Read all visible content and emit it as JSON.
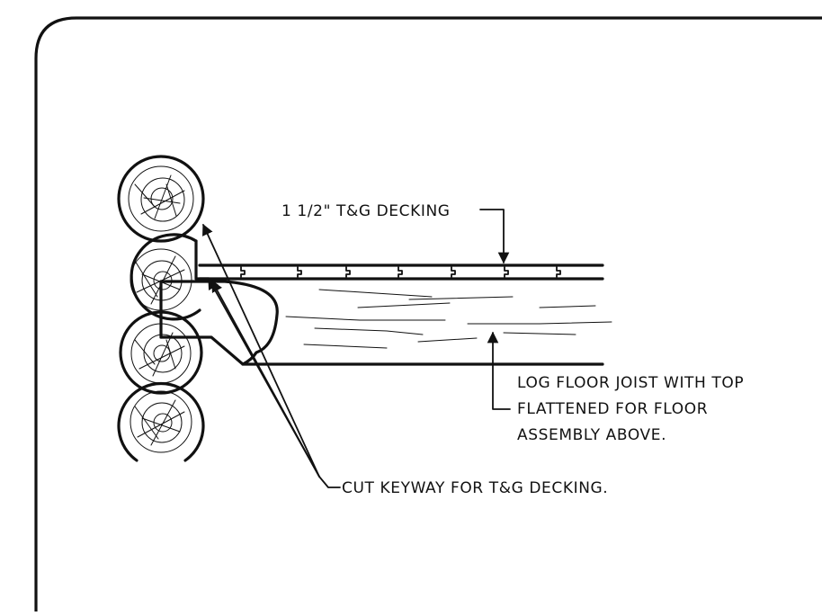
{
  "labels": {
    "decking": "1 1/2\" T&G DECKING",
    "joist_line1": "LOG FLOOR JOIST WITH TOP",
    "joist_line2": "FLATTENED FOR FLOOR",
    "joist_line3": "ASSEMBLY ABOVE.",
    "keyway": "CUT KEYWAY FOR T&G DECKING."
  },
  "colors": {
    "ink": "#111111",
    "paper": "#ffffff"
  }
}
